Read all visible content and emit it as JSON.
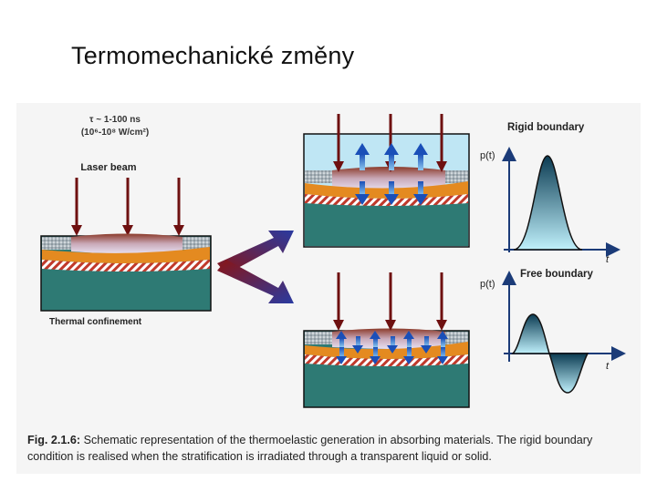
{
  "slide": {
    "title": "Termomechanické změny"
  },
  "figure": {
    "pulse_line1": "τ ~ 1-100 ns",
    "pulse_line2": "(10⁶-10⁸ W/cm²)",
    "laser_beam": "Laser beam",
    "thermal_confinement": "Thermal confinement",
    "rigid_boundary": "Rigid boundary",
    "free_boundary": "Free boundary",
    "pressure_label": "p(t)",
    "time_label": "t",
    "colors": {
      "arrow_red": "#6e1010",
      "substrate": "#2e7a74",
      "orange_layer": "#e48a20",
      "liquid": "#bfe6f4",
      "arrow_blue": "#2a62c9"
    }
  },
  "caption": {
    "label": "Fig. 2.1.6:",
    "text": " Schematic representation of the thermoelastic generation in absorbing materials. The rigid boundary condition is realised when the stratification is irradiated through a transparent liquid or solid."
  }
}
